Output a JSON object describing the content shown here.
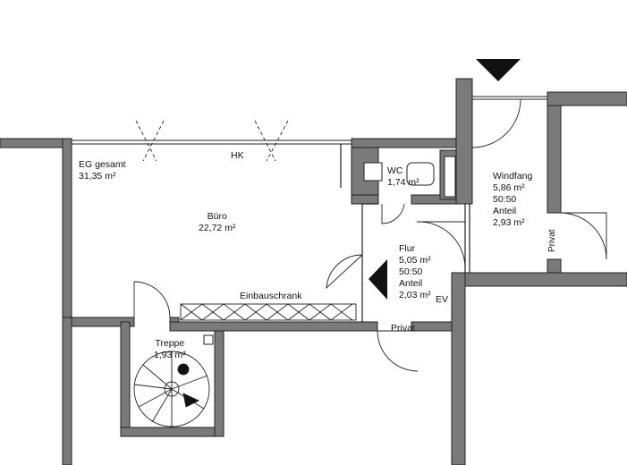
{
  "colors": {
    "wall": "#7a7a7a",
    "line": "#222222",
    "background": "#ffffff"
  },
  "icons": {
    "entrance": "triangle-down-icon",
    "level": "triangle-left-icon"
  },
  "rooms": {
    "eg_gesamt": {
      "name": "EG gesamt",
      "area": "31,35 m²"
    },
    "buero": {
      "name": "Büro",
      "area": "22,72 m²"
    },
    "wc": {
      "name": "WC",
      "area": "1,74 m²"
    },
    "windfang": {
      "name": "Windfang",
      "area": "5,86 m²",
      "share": "50:50",
      "share_label": "Anteil",
      "share_area": "2,93 m²"
    },
    "flur": {
      "name": "Flur",
      "area": "5,05 m²",
      "share": "50:50",
      "share_label": "Anteil",
      "share_area": "2,03 m²"
    },
    "treppe": {
      "name": "Treppe",
      "area": "1,93 m²"
    }
  },
  "labels": {
    "hk": "HK",
    "einbauschrank": "Einbauschrank",
    "ev": "EV",
    "privat_bottom": "Privat",
    "privat_right": "Privat"
  }
}
